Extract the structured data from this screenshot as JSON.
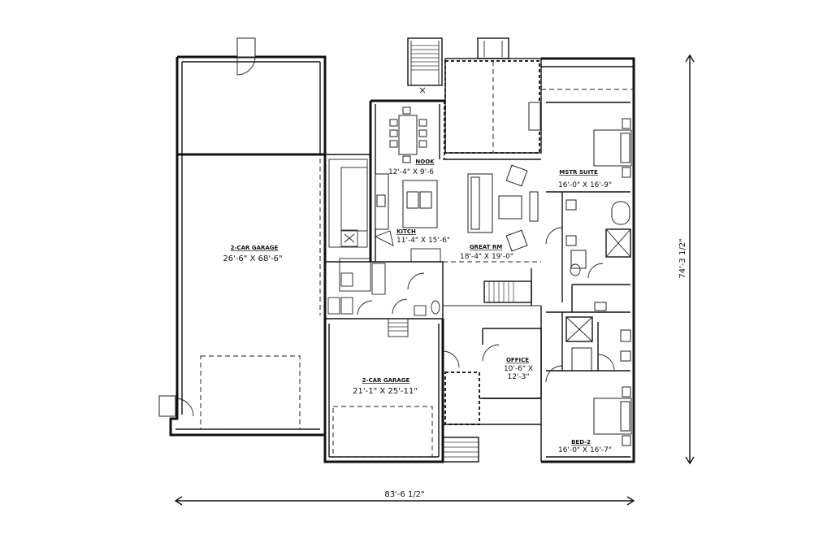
{
  "plan": {
    "rooms": {
      "garage_large": {
        "name": "2-CAR GARAGE",
        "size": "26'-6\" X 68'-6\""
      },
      "garage_small": {
        "name": "2-CAR GARAGE",
        "size": "21'-1\" X 25'-11\""
      },
      "nook": {
        "name": "NOOK",
        "size": "12'-4\" X 9'-6"
      },
      "kitch": {
        "name": "KITCH",
        "size": "11'-4\" X 15'-6\""
      },
      "great_rm": {
        "name": "GREAT RM",
        "size": "18'-4\" X 19'-0\""
      },
      "mstr_suite": {
        "name": "MSTR SUITE",
        "size": "16'-0\" X 16'-9\""
      },
      "office": {
        "name": "OFFICE",
        "size_line1": "10'-6\" X",
        "size_line2": "12'-3\""
      },
      "bed2": {
        "name": "BED-2",
        "size": "16'-0\" X 16'-7\""
      }
    },
    "overall_width": "83'-6 1/2\"",
    "overall_depth": "74'-3 1/2\""
  }
}
